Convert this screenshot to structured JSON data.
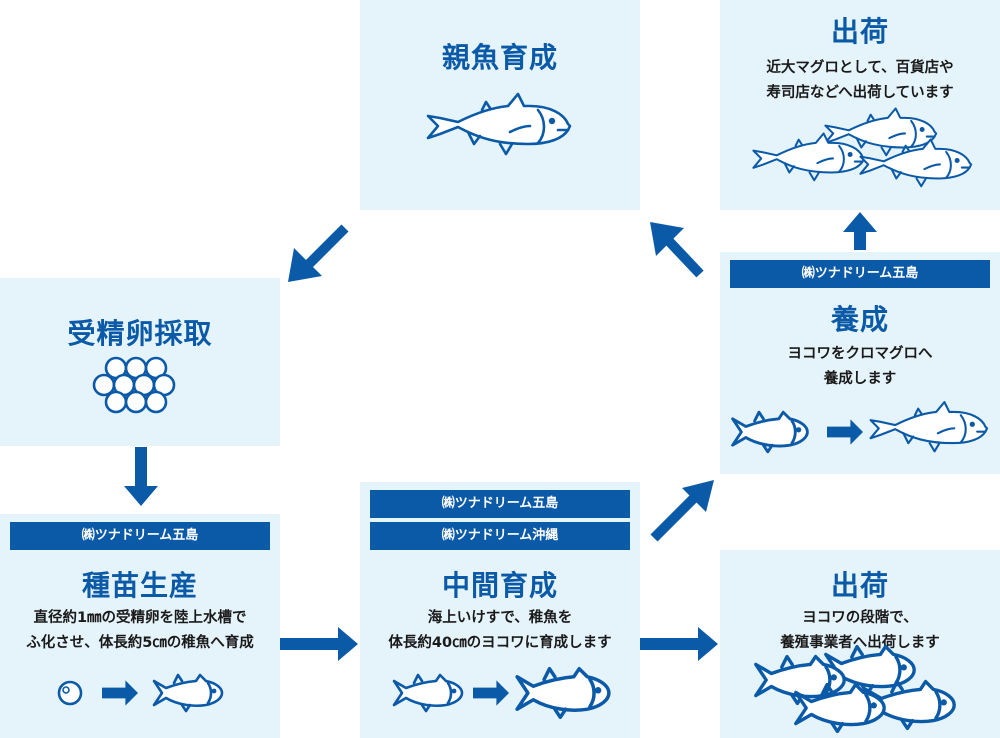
{
  "colors": {
    "accent": "#0b5aa8",
    "box_bg": "#e5f3fb",
    "text": "#1a1a1a"
  },
  "stages": {
    "broodstock": {
      "title": "親魚育成",
      "icon": "tuna-fish-icon"
    },
    "egg": {
      "title": "受精卵採取",
      "icon": "eggs-cluster-icon"
    },
    "seed": {
      "tag": "㈱ツナドリーム五島",
      "title": "種苗生産",
      "desc_1": "直径約1㎜の受精卵を陸上水槽で",
      "desc_2": "ふ化させ、体長約5㎝の稚魚へ育成",
      "icons": [
        "egg-icon",
        "arrow-right-icon",
        "juvenile-fish-icon"
      ]
    },
    "mid": {
      "tag_1": "㈱ツナドリーム五島",
      "tag_2": "㈱ツナドリーム沖縄",
      "title": "中間育成",
      "desc_1": "海上いけすで、稚魚を",
      "desc_2": "体長約40㎝のヨコワに育成します",
      "icons": [
        "juvenile-fish-icon",
        "arrow-right-icon",
        "yokowa-fish-icon"
      ]
    },
    "ship_lower": {
      "title": "出荷",
      "desc_1": "ヨコワの段階で、",
      "desc_2": "養殖事業者へ出荷します",
      "icon": "school-of-fish-icon"
    },
    "culture": {
      "tag": "㈱ツナドリーム五島",
      "title": "養成",
      "desc_1": "ヨコワをクロマグロへ",
      "desc_2": "養成します",
      "icons": [
        "yokowa-fish-icon",
        "arrow-right-icon",
        "tuna-fish-icon"
      ]
    },
    "ship_upper": {
      "title": "出荷",
      "desc_1": "近大マグロとして、百貨店や",
      "desc_2": "寿司店などへ出荷しています",
      "icon": "three-tuna-icon"
    }
  }
}
